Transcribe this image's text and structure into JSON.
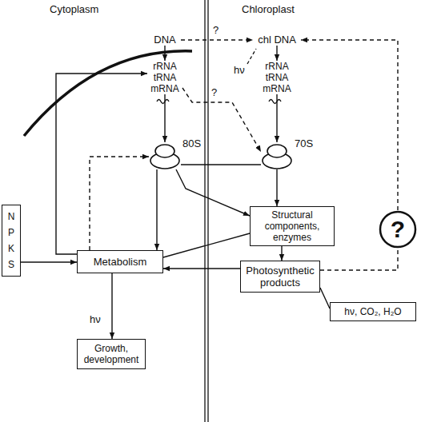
{
  "diagram": {
    "nodes": [
      {
        "text": [
          "DNA"
        ]
      },
      {
        "text": [
          "chl DNA"
        ]
      },
      {
        "text": [
          "rRNA tRNA mRNA"
        ]
      },
      {
        "text": [
          "rRNA tRNA mRNA"
        ]
      },
      {
        "text": [
          "80S"
        ]
      },
      {
        "text": [
          "70S"
        ]
      },
      {
        "text": [
          "Structural components, enzymes"
        ]
      },
      {
        "text": [
          "Metabolism"
        ]
      },
      {
        "text": [
          "Photosynthetic products"
        ]
      },
      {
        "text": [
          "N P K S"
        ]
      },
      {
        "text": [
          "hν, CO₂, H₂O"
        ]
      },
      {
        "text": [
          "Growth, development"
        ]
      },
      {
        "text": [
          "?"
        ]
      }
    ],
    "edges": [
      {
        "from": 0,
        "to": 2,
        "arrow": "to"
      },
      {
        "from": 1,
        "to": 3,
        "arrow": "to"
      },
      {
        "from": 0,
        "to": 1,
        "arrow": "to",
        "label": "?"
      },
      {
        "from": 2,
        "to": 4,
        "arrow": "to"
      },
      {
        "from": 3,
        "to": 5,
        "arrow": "to"
      },
      {
        "from": 2,
        "to": 5,
        "arrow": "to",
        "label": "?"
      },
      {
        "from": 4,
        "to": 7,
        "arrow": "to"
      },
      {
        "from": 4,
        "to": 6,
        "arrow": "to"
      },
      {
        "from": 4,
        "to": 5,
        "arrow": "none"
      },
      {
        "from": 5,
        "to": 6,
        "arrow": "to"
      },
      {
        "from": 6,
        "to": 7,
        "arrow": "none"
      },
      {
        "from": 6,
        "to": 8,
        "arrow": "to"
      },
      {
        "from": 8,
        "to": 7,
        "arrow": "to"
      },
      {
        "from": 10,
        "to": 8,
        "arrow": "none"
      },
      {
        "from": 8,
        "to": 12,
        "arrow": "none"
      },
      {
        "from": 12,
        "to": 1,
        "arrow": "to"
      },
      {
        "from": 9,
        "to": 7,
        "arrow": "to"
      },
      {
        "from": 7,
        "to": 11,
        "arrow": "to"
      },
      {
        "from": 7,
        "to": 2,
        "arrow": "to"
      },
      {
        "from": 7,
        "to": 4,
        "arrow": "to"
      }
    ],
    "labels": [
      "Cytoplasm",
      "Chloroplast",
      "hν",
      "hν"
    ]
  }
}
